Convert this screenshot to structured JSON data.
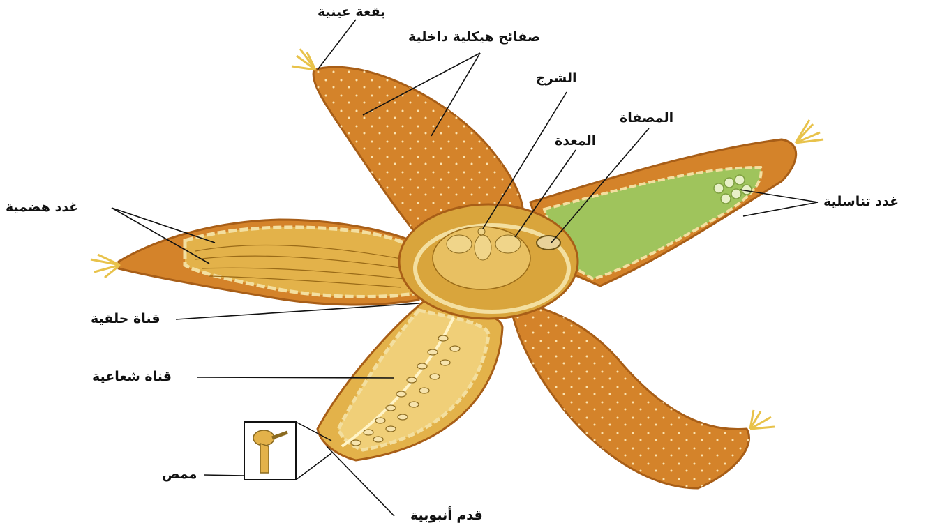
{
  "labels": {
    "eye_spot": "بقعة عينية",
    "skeletal_plates": "صفائح هيكلية داخلية",
    "anus": "الشرج",
    "madreporite": "المصفاة",
    "stomach": "المعدة",
    "gonads": "غدد تناسلية",
    "digestive_glands": "غدد هضمية",
    "ring_canal": "قناة حلقية",
    "radial_canal": "قناة شعاعية",
    "ampulla": "ممص",
    "tube_feet": "قدم أنبوبية"
  },
  "colors": {
    "arm_fill": "#d4832a",
    "arm_edge": "#a85e17",
    "green_gonad": "#9fc45c",
    "cream": "#f3dfa0",
    "disc": "#d9a53c",
    "line": "#111111"
  }
}
